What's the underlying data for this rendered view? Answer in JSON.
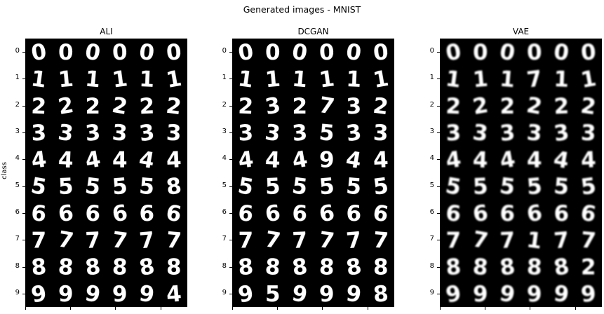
{
  "figure": {
    "title": "Generated images - MNIST",
    "ylabel": "class"
  },
  "chart_data": [
    {
      "type": "heatmap",
      "title": "ALI",
      "ylabel": "class",
      "rows": [
        "0",
        "1",
        "2",
        "3",
        "4",
        "5",
        "6",
        "7",
        "8",
        "9"
      ],
      "columns_per_row": 6,
      "images": [
        [
          "0",
          "0",
          "0",
          "0",
          "0",
          "0"
        ],
        [
          "1",
          "1",
          "1",
          "1",
          "1",
          "1"
        ],
        [
          "2",
          "2",
          "2",
          "2",
          "2",
          "2"
        ],
        [
          "3",
          "3",
          "3",
          "3",
          "3",
          "3"
        ],
        [
          "4",
          "4",
          "4",
          "4",
          "4",
          "4"
        ],
        [
          "5",
          "5",
          "5",
          "5",
          "5",
          "8"
        ],
        [
          "6",
          "6",
          "6",
          "6",
          "6",
          "6"
        ],
        [
          "7",
          "7",
          "7",
          "7",
          "7",
          "7"
        ],
        [
          "8",
          "8",
          "8",
          "8",
          "8",
          "8"
        ],
        [
          "9",
          "9",
          "9",
          "9",
          "9",
          "4"
        ]
      ],
      "grid": false
    },
    {
      "type": "heatmap",
      "title": "DCGAN",
      "rows": [
        "0",
        "1",
        "2",
        "3",
        "4",
        "5",
        "6",
        "7",
        "8",
        "9"
      ],
      "columns_per_row": 6,
      "images": [
        [
          "0",
          "0",
          "0",
          "0",
          "0",
          "0"
        ],
        [
          "1",
          "1",
          "1",
          "1",
          "1",
          "1"
        ],
        [
          "2",
          "3",
          "2",
          "7",
          "3",
          "2"
        ],
        [
          "3",
          "3",
          "3",
          "5",
          "3",
          "3"
        ],
        [
          "4",
          "4",
          "4",
          "9",
          "4",
          "4"
        ],
        [
          "5",
          "5",
          "5",
          "5",
          "5",
          "5"
        ],
        [
          "6",
          "6",
          "6",
          "6",
          "6",
          "6"
        ],
        [
          "7",
          "7",
          "7",
          "7",
          "7",
          "7"
        ],
        [
          "8",
          "8",
          "8",
          "8",
          "8",
          "8"
        ],
        [
          "9",
          "5",
          "9",
          "9",
          "9",
          "8"
        ]
      ],
      "grid": false
    },
    {
      "type": "heatmap",
      "title": "VAE",
      "rows": [
        "0",
        "1",
        "2",
        "3",
        "4",
        "5",
        "6",
        "7",
        "8",
        "9"
      ],
      "columns_per_row": 6,
      "images": [
        [
          "0",
          "0",
          "0",
          "0",
          "0",
          "0"
        ],
        [
          "1",
          "1",
          "1",
          "7",
          "1",
          "1"
        ],
        [
          "2",
          "2",
          "2",
          "2",
          "2",
          "2"
        ],
        [
          "3",
          "3",
          "3",
          "3",
          "3",
          "3"
        ],
        [
          "4",
          "4",
          "4",
          "4",
          "4",
          "4"
        ],
        [
          "5",
          "5",
          "5",
          "5",
          "5",
          "5"
        ],
        [
          "6",
          "6",
          "6",
          "6",
          "6",
          "6"
        ],
        [
          "7",
          "7",
          "7",
          "1",
          "7",
          "7"
        ],
        [
          "8",
          "8",
          "8",
          "8",
          "8",
          "2"
        ],
        [
          "9",
          "9",
          "9",
          "9",
          "9",
          "9"
        ]
      ],
      "grid": false
    }
  ]
}
